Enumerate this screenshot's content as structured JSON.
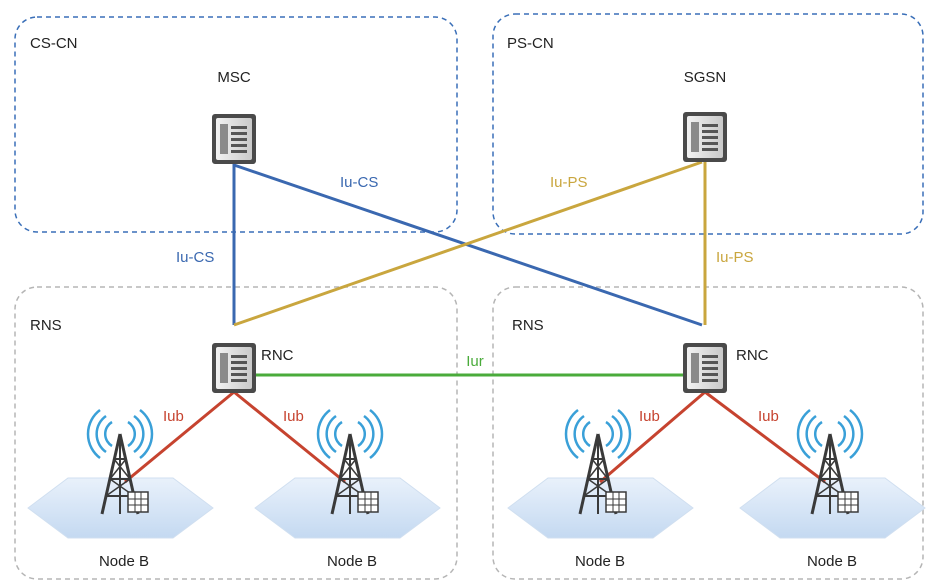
{
  "domains": {
    "cs_cn": "CS-CN",
    "ps_cn": "PS-CN",
    "rns_left": "RNS",
    "rns_right": "RNS"
  },
  "nodes": {
    "msc": "MSC",
    "sgsn": "SGSN",
    "rnc_left": "RNC",
    "rnc_right": "RNC",
    "node_b_1": "Node B",
    "node_b_2": "Node B",
    "node_b_3": "Node B",
    "node_b_4": "Node B"
  },
  "interfaces": {
    "iu_cs_cross": "Iu-CS",
    "iu_cs_vertical": "Iu-CS",
    "iu_ps_cross": "Iu-PS",
    "iu_ps_vertical": "Iu-PS",
    "iur": "Iur",
    "iub_1": "Iub",
    "iub_2": "Iub",
    "iub_3": "Iub",
    "iub_4": "Iub"
  },
  "colors": {
    "core_border": "#3a6fb8",
    "rns_border": "#b5b5b5",
    "iu_cs": "#3a68b0",
    "iu_ps": "#c9a63e",
    "iur": "#4aab3b",
    "iub": "#c6432f",
    "text": "#222222"
  },
  "icons": {
    "server": "server-icon",
    "tower": "radio-tower-icon",
    "cell": "hexagon-cell-icon"
  }
}
